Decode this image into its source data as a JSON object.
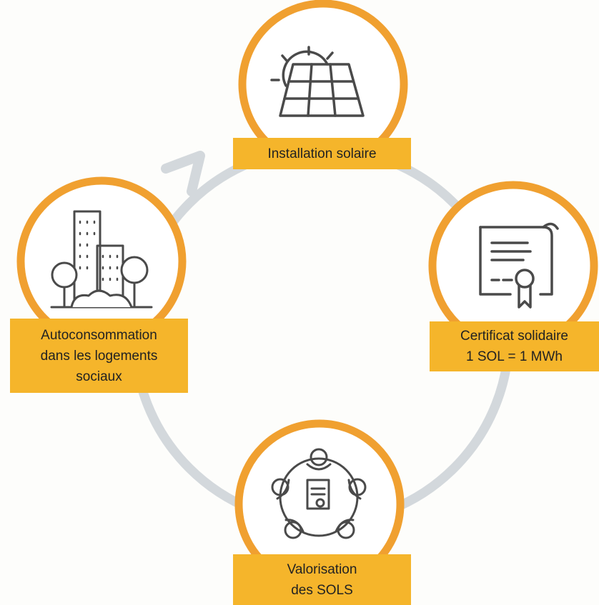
{
  "diagram": {
    "nodes": [
      {
        "id": "installation",
        "icon": "solar-panel-icon",
        "lines": [
          "Installation solaire"
        ]
      },
      {
        "id": "certificat",
        "icon": "certificate-icon",
        "lines": [
          "Certificat solidaire",
          "1 SOL = 1 MWh"
        ]
      },
      {
        "id": "valorisation",
        "icon": "meeting-table-icon",
        "lines": [
          "Valorisation",
          "des SOLS"
        ]
      },
      {
        "id": "autoconsommation",
        "icon": "city-buildings-icon",
        "lines": [
          "Autoconsommation",
          "dans les logements",
          "sociaux"
        ]
      }
    ],
    "colors": {
      "ring": "#f0a030",
      "label_bg": "#f5b52b",
      "cycle_line": "#d3d8dc",
      "icon_stroke": "#4a4a4a",
      "background": "#fdfdfb"
    }
  }
}
